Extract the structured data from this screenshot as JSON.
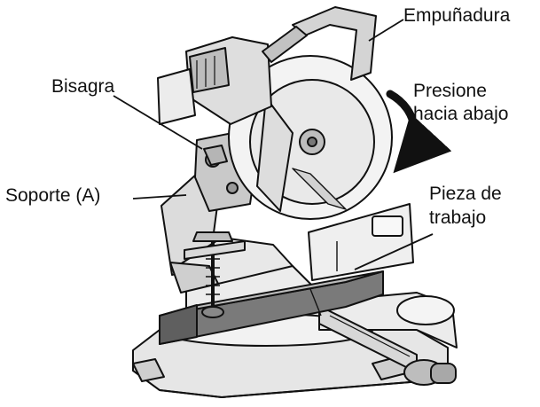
{
  "figure": {
    "labels": {
      "handle": "Empuñadura",
      "hinge": "Bisagra",
      "press_line1": "Presione",
      "press_line2": "hacia abajo",
      "support": "Soporte (A)",
      "workpiece_line1": "Pieza de",
      "workpiece_line2": "trabajo"
    }
  },
  "colors": {
    "ink": "#111111",
    "fill_light": "#f2f2f2",
    "fill_mid": "#d8d8d8",
    "fill_dark": "#a8a8a8",
    "background": "#ffffff"
  },
  "icons": {
    "direction_arrow": "curved-down-arrow-icon"
  }
}
